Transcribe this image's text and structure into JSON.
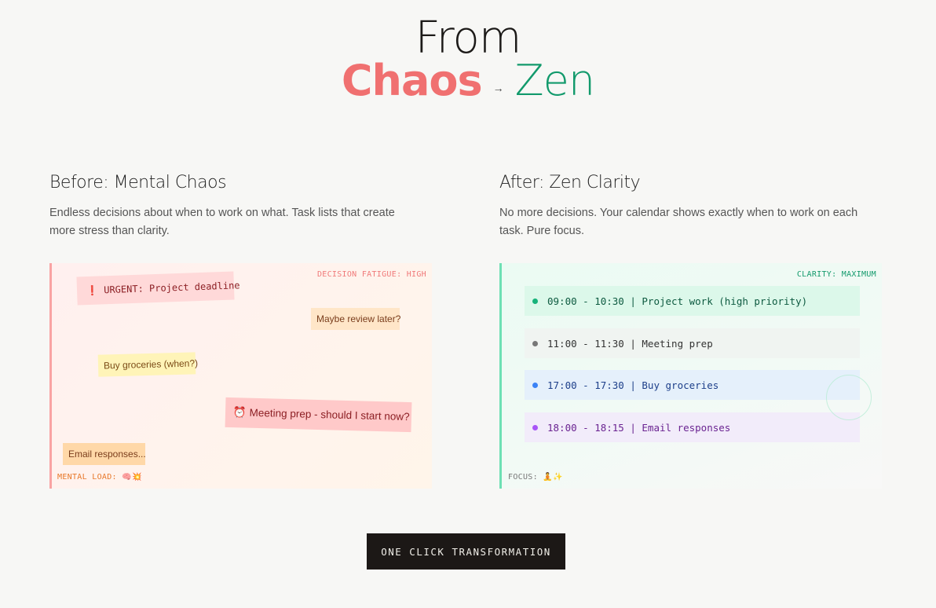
{
  "hero": {
    "line1": "From",
    "chaos_word": "Chaos",
    "arrow": "→",
    "zen_word": "Zen",
    "colors": {
      "chaos": "#f07070",
      "zen": "#129a6c"
    }
  },
  "before": {
    "title": "Before: Mental Chaos",
    "description": "Endless decisions about when to work on what. Task lists that create more stress than clarity.",
    "panel": {
      "badge": "DECISION FATIGUE: HIGH",
      "notes": [
        {
          "icon": "❗",
          "text": "URGENT: Project deadline"
        },
        {
          "text": "Maybe review later?"
        },
        {
          "text": "Buy groceries (when?)"
        },
        {
          "icon": "⏰",
          "text": "Meeting prep - should I start now?"
        },
        {
          "text": "Email responses..."
        }
      ],
      "footer_label": "MENTAL LOAD:",
      "footer_icons": "🧠💥"
    }
  },
  "after": {
    "title": "After: Zen Clarity",
    "description": "No more decisions. Your calendar shows exactly when to work on each task. Pure focus.",
    "panel": {
      "badge": "CLARITY: MAXIMUM",
      "slots": [
        {
          "time": "09:00 - 10:30",
          "task": "Project work (high priority)",
          "color": "#16b27a"
        },
        {
          "time": "11:00 - 11:30",
          "task": "Meeting prep",
          "color": "#777777"
        },
        {
          "time": "17:00 - 17:30",
          "task": "Buy groceries",
          "color": "#3b82f6"
        },
        {
          "time": "18:00 - 18:15",
          "task": "Email responses",
          "color": "#a855f7"
        }
      ],
      "footer_label": "FOCUS:",
      "footer_icons": "🧘✨"
    }
  },
  "cta": {
    "label": "ONE CLICK TRANSFORMATION"
  },
  "slot_text": [
    "09:00 - 10:30 | Project work (high priority)",
    "11:00 - 11:30 | Meeting prep",
    "17:00 - 17:30 | Buy groceries",
    "18:00 - 18:15 | Email responses"
  ]
}
